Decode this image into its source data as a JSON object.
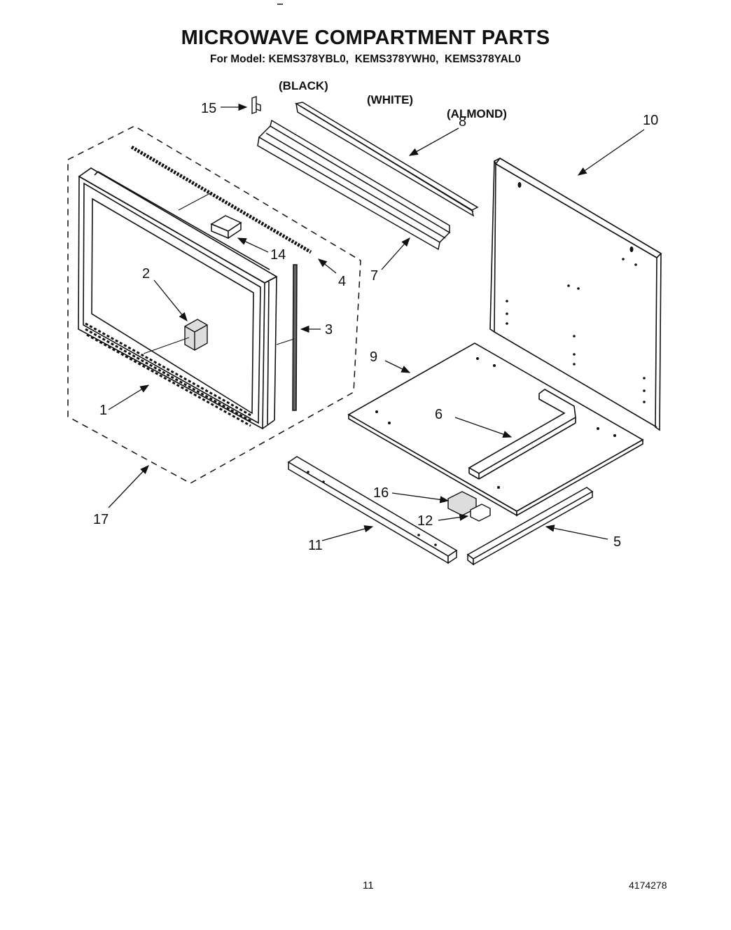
{
  "header": {
    "title": "MICROWAVE COMPARTMENT PARTS",
    "model_line": "For Model: KEMS378YBL0,  KEMS378YWH0,  KEMS378YAL0",
    "colors": [
      "(BLACK)",
      "(WHITE)",
      "(ALMOND)"
    ]
  },
  "callouts": [
    "1",
    "2",
    "3",
    "4",
    "5",
    "6",
    "7",
    "8",
    "9",
    "10",
    "11",
    "12",
    "14",
    "15",
    "16",
    "17"
  ],
  "footer": {
    "page_number": "11",
    "document_number": "4174278"
  }
}
